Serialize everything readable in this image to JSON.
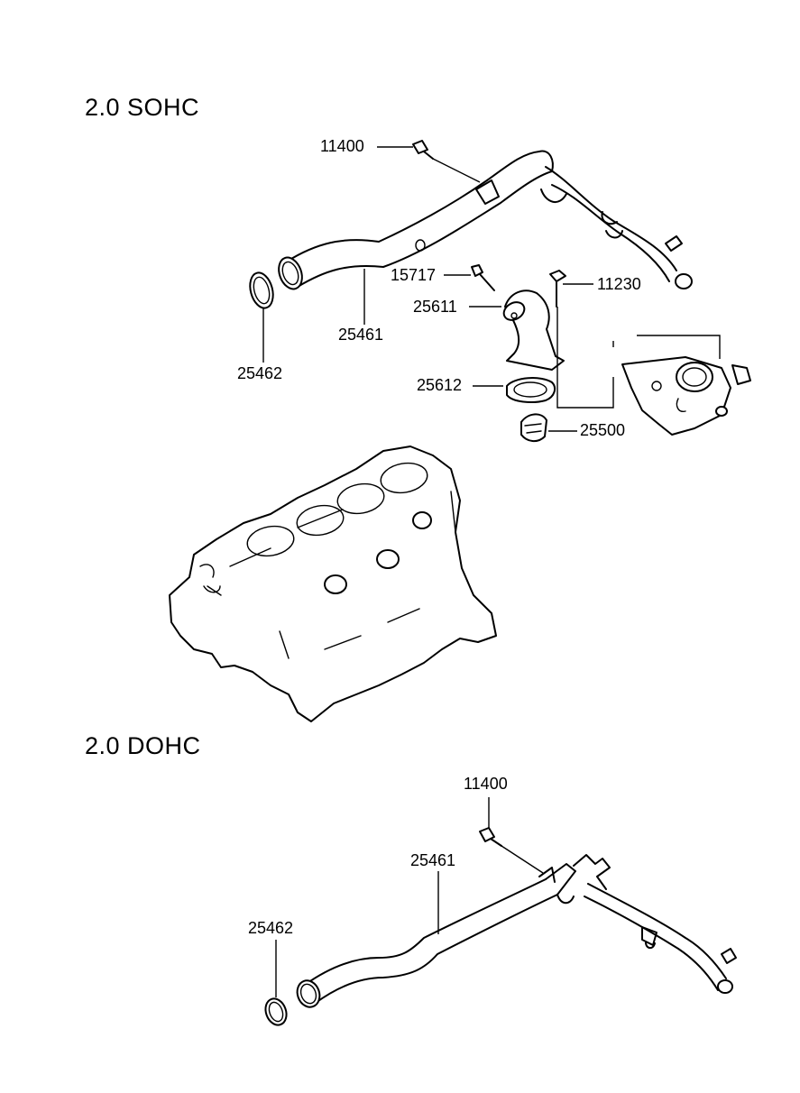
{
  "sections": {
    "sohc": {
      "title": "2.0 SOHC",
      "labels": {
        "bolt_11400": "11400",
        "bolt_15717": "15717",
        "elbow_25611": "25611",
        "bolt_11230": "11230",
        "pipe_25461": "25461",
        "gasket_25612": "25612",
        "oring_25462": "25462",
        "thermostat_25500": "25500"
      }
    },
    "dohc": {
      "title": "2.0 DOHC",
      "labels": {
        "bolt_11400": "11400",
        "pipe_25461": "25461",
        "oring_25462": "25462"
      }
    }
  }
}
